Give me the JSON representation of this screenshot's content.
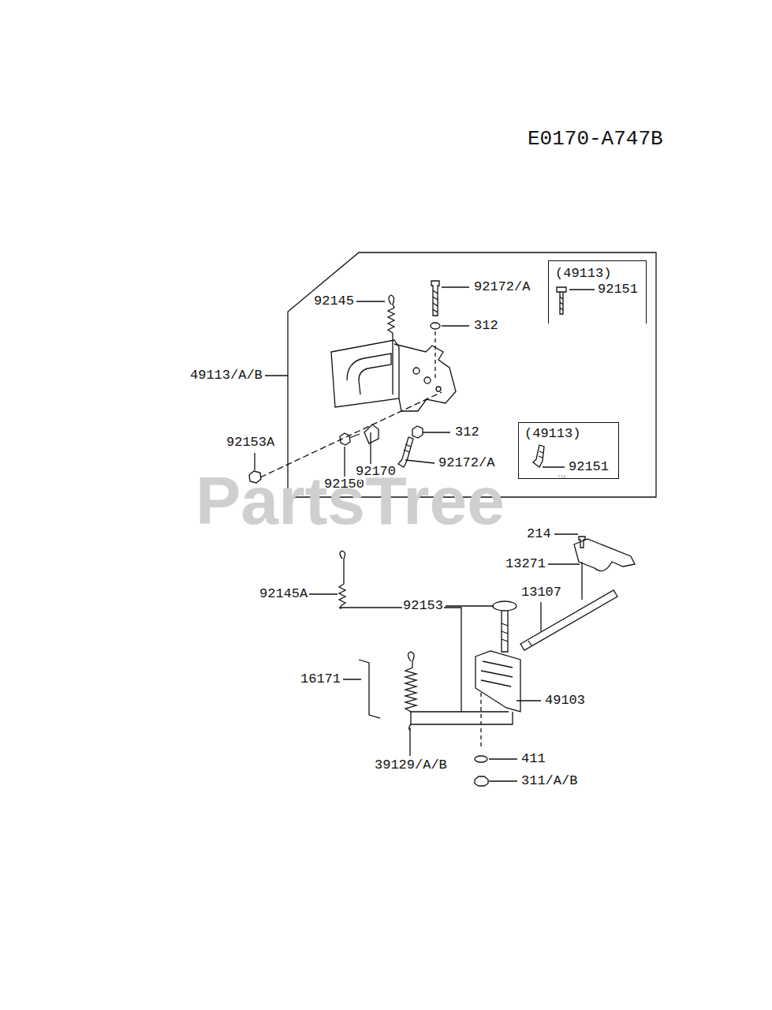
{
  "diagram": {
    "nodes": [
      {
        "text": [
          "(49113)",
          "92151"
        ]
      },
      {
        "text": [
          "(49113)",
          "92151"
        ]
      }
    ],
    "labels": [
      "E0170-A747B",
      "92145",
      "92172/A",
      "312",
      "49113/A/B",
      "312",
      "92153A",
      "92150",
      "92170",
      "92172/A",
      "214",
      "13271",
      "92145A",
      "13107",
      "92153",
      "16171",
      "49103",
      "39129/A/B",
      "411",
      "311/A/B",
      "PartsTree",
      "™"
    ]
  }
}
